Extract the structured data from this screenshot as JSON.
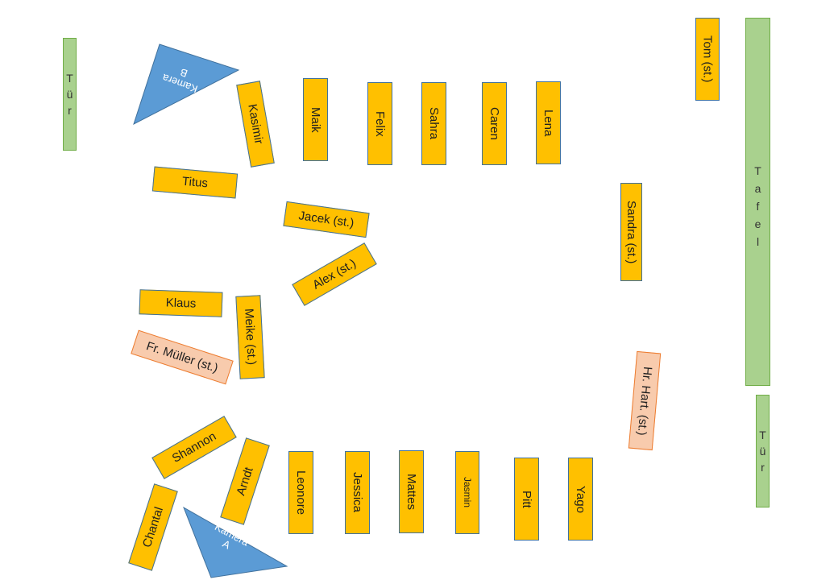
{
  "doors": {
    "left_letters": [
      "T",
      "ü",
      "r"
    ],
    "right_letters": [
      "T",
      "ü",
      "r"
    ]
  },
  "board": {
    "letters": [
      "T",
      "a",
      "f",
      "e",
      "l"
    ]
  },
  "cameras": {
    "b_line1": "Kamera",
    "b_line2": "B",
    "a_line1": "Kamera",
    "a_line2": "A"
  },
  "colors": {
    "student": "#ffc000",
    "teacher": "#f8cbad",
    "board_door": "#a9d18e",
    "camera": "#5b9bd5"
  },
  "seats": {
    "kasimir": "Kasimir",
    "maik": "Maik",
    "felix": "Felix",
    "sahra": "Sahra",
    "caren": "Caren",
    "lena": "Lena",
    "tom": "Tom (st.)",
    "titus": "Titus",
    "jacek": "Jacek (st.)",
    "alex": "Alex (st.)",
    "sandra": "Sandra (st.)",
    "klaus": "Klaus",
    "meike": "Meike (st.)",
    "mueller": "Fr. Müller (st.)",
    "hart": "Hr. Hart. (st.)",
    "shannon": "Shannon",
    "arndt": "Arndt",
    "chantal": "Chantal",
    "leonore": "Leonore",
    "jessica": "Jessica",
    "mattes": "Mattes",
    "jasmin": "Jasmin",
    "pitt": "Pitt",
    "yago": "Yago"
  }
}
